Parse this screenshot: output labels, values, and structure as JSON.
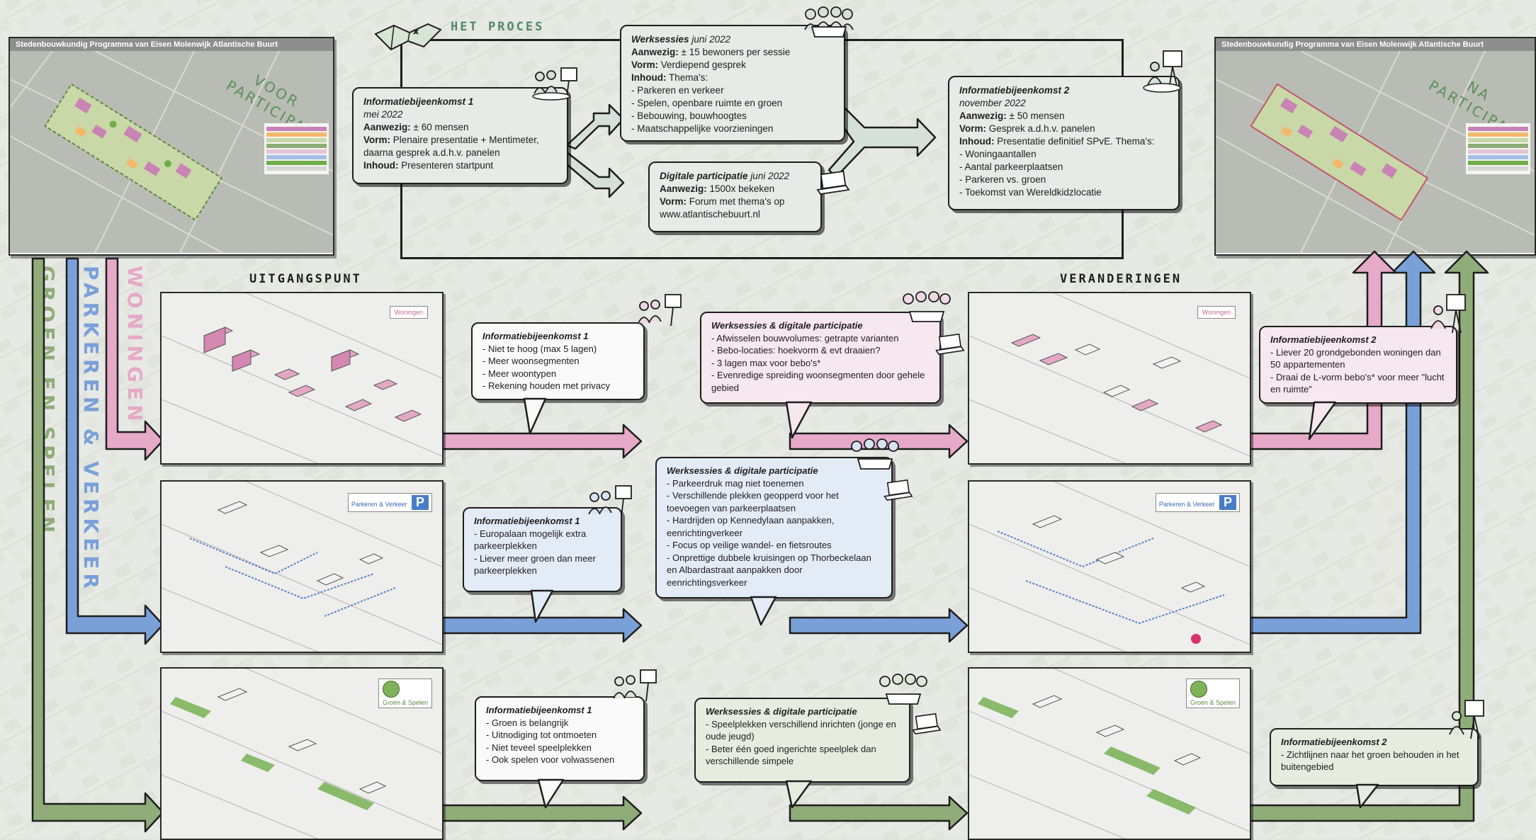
{
  "colors": {
    "pink": "#e6a9c8",
    "blue": "#7aa0d8",
    "green": "#8fac79",
    "grey_green": "#d6e0da",
    "outline": "#1e1e1e"
  },
  "maps": {
    "header": "Stedenbouwkundig Programma van Eisen Molenwijk Atlantische Buurt",
    "before_stamp": "VOOR PARTICIPATIE",
    "after_stamp": "NA PARTICIPATIE"
  },
  "process": {
    "title": "HET PROCES",
    "info1": {
      "title": "Informatiebijeenkomst 1",
      "date": "mei 2022",
      "lines": [
        {
          "k": "Aanwezig:",
          "v": "± 60 mensen"
        },
        {
          "k": "Vorm:",
          "v": "Plenaire presentatie + Mentimeter, daarna gesprek a.d.h.v. panelen"
        },
        {
          "k": "Inhoud:",
          "v": "Presenteren startpunt"
        }
      ]
    },
    "werksessies": {
      "title": "Werksessies",
      "date": "juni 2022",
      "lines": [
        {
          "k": "Aanwezig:",
          "v": "± 15 bewoners per sessie"
        },
        {
          "k": "Vorm:",
          "v": "Verdiepend gesprek"
        },
        {
          "k": "Inhoud:",
          "v": "Thema's:"
        }
      ],
      "items": [
        "Parkeren en verkeer",
        "Spelen, openbare ruimte en groen",
        "Bebouwing, bouwhoogtes",
        "Maatschappelijke voorzieningen"
      ]
    },
    "digitaal": {
      "title": "Digitale participatie",
      "date": "juni 2022",
      "lines": [
        {
          "k": "Aanwezig:",
          "v": "1500x bekeken"
        },
        {
          "k": "Vorm:",
          "v": "Forum met thema's op www.atlantischebuurt.nl"
        }
      ]
    },
    "info2": {
      "title": "Informatiebijeenkomst 2",
      "date": "november 2022",
      "lines": [
        {
          "k": "Aanwezig:",
          "v": "± 50 mensen"
        },
        {
          "k": "Vorm:",
          "v": "Gesprek a.d.h.v. panelen"
        },
        {
          "k": "Inhoud:",
          "v": "Presentatie definitief SPvE. Thema's:"
        }
      ],
      "items": [
        "Woningaantallen",
        "Aantal parkeerplaatsen",
        "Parkeren vs. groen",
        "Toekomst van Wereldkidzlocatie"
      ]
    }
  },
  "sections": {
    "start": "UITGANGSPUNT",
    "changes": "VERANDERINGEN"
  },
  "themes": {
    "groen": "GROEN EN SPELEN",
    "parkeren": "PARKEREN & VERKEER",
    "woningen": "WONINGEN"
  },
  "panels": {
    "woningen_badge": "Woningen",
    "parkeren_badge": "Parkeren & Verkeer",
    "groen_badge": "Groen & Spelen"
  },
  "bubbles": {
    "w_info1": {
      "title": "Informatiebijeenkomst 1",
      "items": [
        "Niet te hoog (max 5 lagen)",
        "Meer woonsegmenten",
        "Meer woontypen",
        "Rekening houden met privacy"
      ]
    },
    "w_werk": {
      "title": "Werksessies & digitale participatie",
      "items": [
        "Afwisselen bouwvolumes: getrapte varianten",
        "Bebo-locaties: hoekvorm & evt draaien?",
        "3 lagen max voor bebo's*",
        "Evenredige spreiding woonsegmenten door gehele gebied"
      ]
    },
    "w_info2": {
      "title": "Informatiebijeenkomst 2",
      "items": [
        "Liever 20 grondgebonden woningen dan 50 appartementen",
        "Draai de L-vorm bebo's* voor meer \"lucht en ruimte\""
      ]
    },
    "p_info1": {
      "title": "Informatiebijeenkomst 1",
      "items": [
        "Europalaan mogelijk extra parkeerplekken",
        "Liever meer groen dan meer parkeerplekken"
      ]
    },
    "p_werk": {
      "title": "Werksessies & digitale participatie",
      "items": [
        "Parkeerdruk mag niet toenemen",
        "Verschillende plekken geopperd voor het toevoegen van parkeerplaatsen",
        "Hardrijden op Kennedylaan aanpakken, eenrichtingverkeer",
        "Focus op veilige wandel- en fietsroutes",
        "Onprettige dubbele kruisingen op Thorbeckelaan en Albardastraat aanpakken door eenrichtingsverkeer"
      ]
    },
    "g_info1": {
      "title": "Informatiebijeenkomst 1",
      "items": [
        "Groen is belangrijk",
        "Uitnodiging tot ontmoeten",
        "Niet teveel speelplekken",
        "Ook spelen voor volwassenen"
      ]
    },
    "g_werk": {
      "title": "Werksessies & digitale participatie",
      "items": [
        "Speelplekken verschillend inrichten (jonge en oude jeugd)",
        "Beter één goed ingerichte speelplek dan verschillende simpele"
      ]
    },
    "g_info2": {
      "title": "Informatiebijeenkomst 2",
      "items": [
        "Zichtlijnen naar het groen behouden in het buitengebied"
      ]
    }
  },
  "icons": [
    "map-icon",
    "group-icon",
    "presenter-icon",
    "laptop-icon",
    "parking-icon",
    "tree-icon",
    "house-icon",
    "arrow-icon"
  ]
}
